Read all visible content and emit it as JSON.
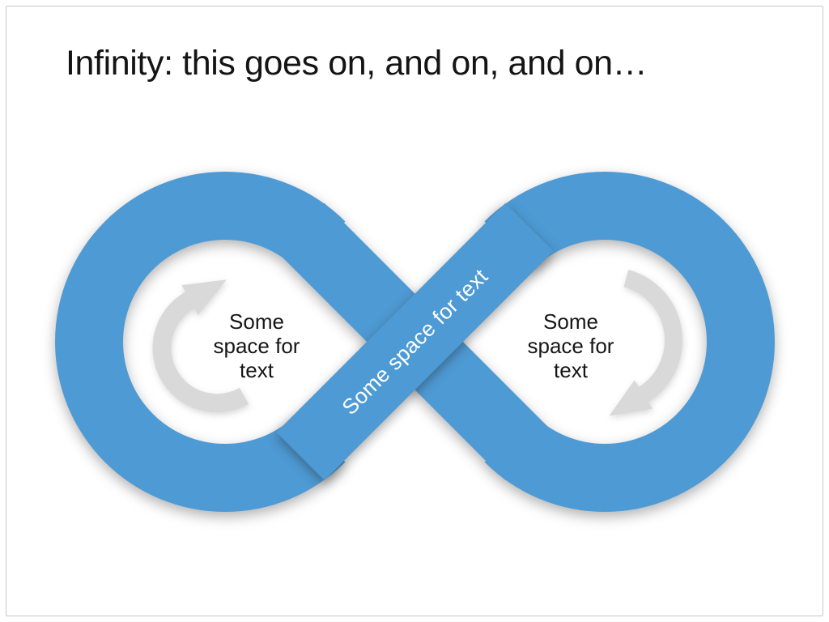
{
  "slide": {
    "title": "Infinity: this goes on, and on, and on…"
  },
  "diagram": {
    "band_color": "#4E9AD4",
    "arrow_color": "#D9D9D9",
    "loop_text_color": "#161616",
    "cross_band_text_color": "#ffffff",
    "left_loop": {
      "lines": [
        "Some",
        "space for",
        "text"
      ]
    },
    "right_loop": {
      "lines": [
        "Some",
        "space for",
        "text"
      ]
    },
    "cross_band": {
      "label": "Some space for text"
    }
  }
}
